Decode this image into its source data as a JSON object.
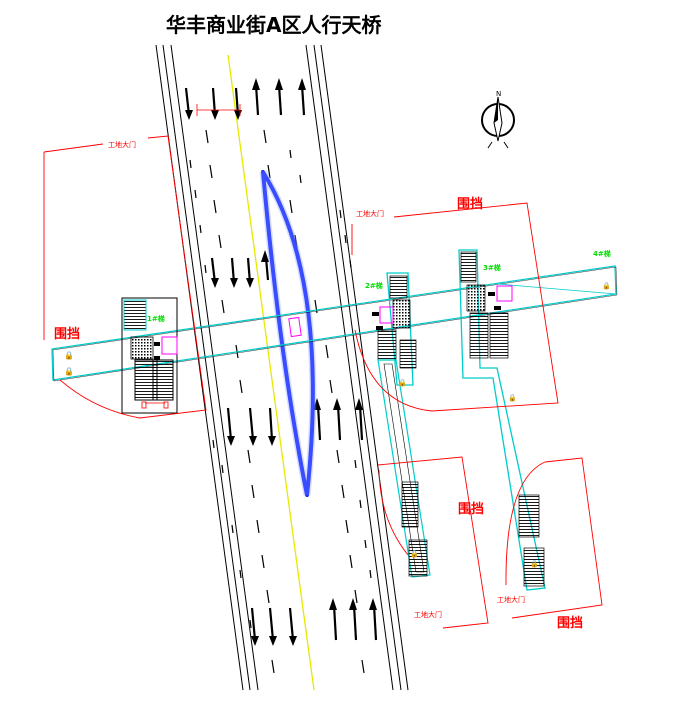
{
  "title": "华丰商业街A区人行天桥",
  "labels": {
    "hoarding_left": "围挡",
    "hoarding_right_top": "围挡",
    "hoarding_right_mid": "围挡",
    "hoarding_bottom": "围挡",
    "gate_top_left": "工地大门",
    "gate_right_top": "工地大门",
    "gate_bottom_mid": "工地大门",
    "gate_bottom_right": "工地大门",
    "stair_1": "1#梯",
    "stair_2": "2#梯",
    "stair_3": "3#梯",
    "stair_4": "4#梯",
    "north": "N"
  },
  "colors": {
    "road_line": "#000000",
    "center_line": "#ffff00",
    "bridge_outline": "#00cccc",
    "hoarding": "#ff0000",
    "label_green": "#00dd00",
    "blue_curve": "#1020ff",
    "magenta": "#ff00ff"
  }
}
